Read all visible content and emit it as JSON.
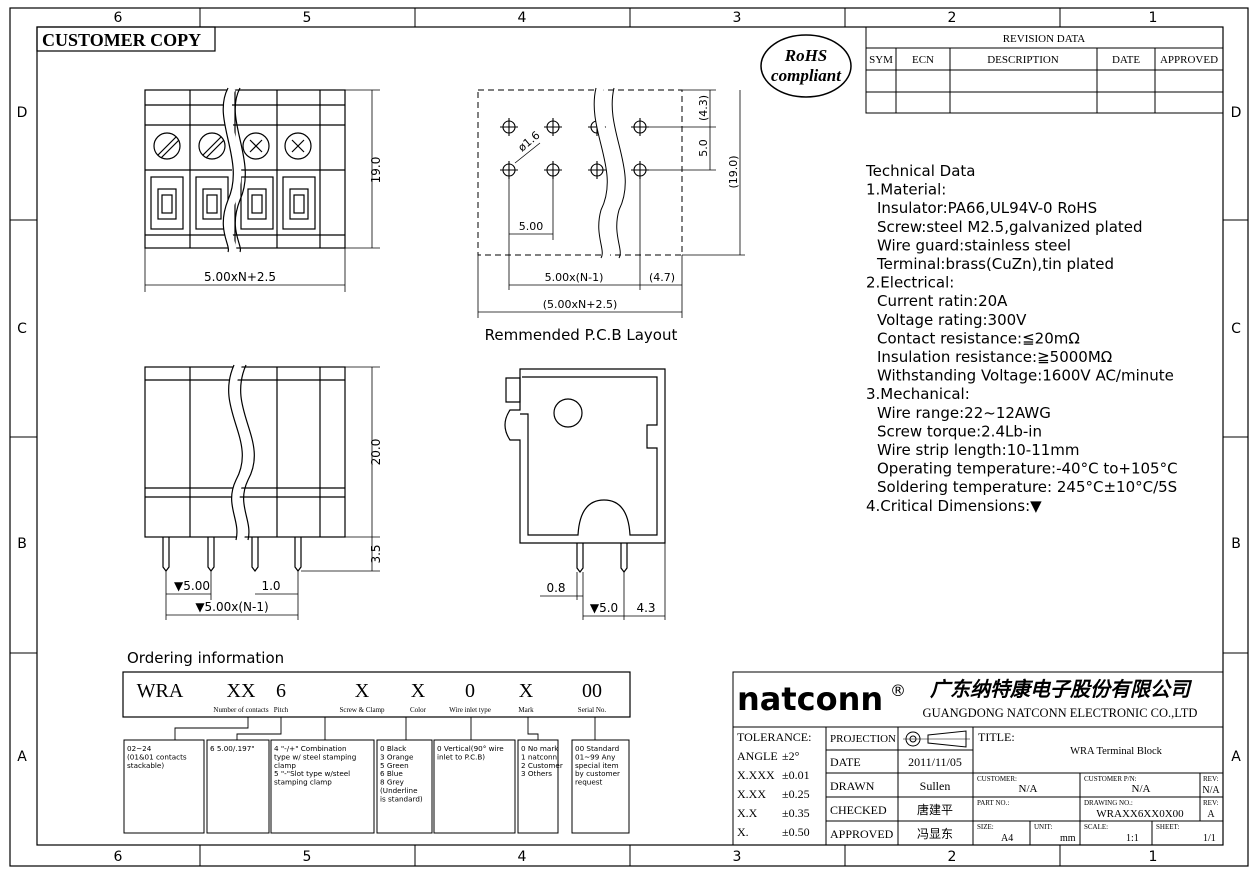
{
  "frame": {
    "top_zones": [
      "6",
      "5",
      "4",
      "3",
      "2",
      "1"
    ],
    "bottom_zones": [
      "6",
      "5",
      "4",
      "3",
      "2",
      "1"
    ],
    "side_zones": [
      "D",
      "C",
      "B",
      "A"
    ],
    "stamp": "CUSTOMER COPY"
  },
  "rohs": {
    "line1": "RoHS",
    "line2": "compliant"
  },
  "revision": {
    "title": "REVISION DATA",
    "headers": [
      "SYM",
      "ECN",
      "DESCRIPTION",
      "DATE",
      "APPROVED"
    ]
  },
  "technical": {
    "lines": [
      "Technical Data",
      "1.Material:",
      "  Insulator:PA66,UL94V-0 RoHS",
      "  Screw:steel M2.5,galvanized plated",
      "  Wire guard:stainless steel",
      "  Terminal:brass(CuZn),tin plated",
      "2.Electrical:",
      "  Current ratin:20A",
      "  Voltage rating:300V",
      "  Contact resistance:≦20mΩ",
      "  Insulation resistance:≧5000MΩ",
      "  Withstanding Voltage:1600V AC/minute",
      "3.Mechanical:",
      "  Wire range:22~12AWG",
      "  Screw torque:2.4Lb-in",
      "  Wire strip length:10-11mm",
      "  Operating temperature:-40°C to+105°C",
      "  Soldering temperature: 245°C±10°C/5S",
      "4.Critical Dimensions:▼"
    ]
  },
  "drawing": {
    "front_dim_height": "19.0",
    "front_dim_width": "5.00xN+2.5",
    "pcb_hole_dia": "ø1.6",
    "pcb_dim_43": "(4.3)",
    "pcb_dim_50": "5.0",
    "pcb_dim_190": "(19.0)",
    "pcb_dim_500": "5.00",
    "pcb_dim_n1": "5.00x(N-1)",
    "pcb_dim_47": "(4.7)",
    "pcb_dim_total": "(5.00xN+2.5)",
    "pcb_caption": "Remmended P.C.B Layout",
    "side_dim_height": "20.0",
    "side_dim_pin": "3.5",
    "side_dim_pitch": "▼5.00",
    "side_dim_pin_w": "1.0",
    "side_dim_n1": "▼5.00x(N-1)",
    "profile_dim_pin": "0.8",
    "profile_dim_50": "▼5.0",
    "profile_dim_43": "4.3"
  },
  "ordering": {
    "title": "Ordering information",
    "codes": [
      "WRA",
      "XX",
      "6",
      "X",
      "X",
      "0",
      "X",
      "00"
    ],
    "labels": [
      "Number of contacts",
      "Pitch",
      "Screw & Clamp",
      "Color",
      "Wire inlet type",
      "Mark",
      "Serial No."
    ],
    "boxes": [
      [
        "02~24",
        "(01&01 contacts",
        "stackable)"
      ],
      [
        "6  5.00/.197\""
      ],
      [
        "4 \"-/+\" Combination",
        "type w/ steel stamping",
        "clamp",
        "5 \"-\"Slot type w/steel",
        "stamping clamp"
      ],
      [
        "0 Black",
        "3 Orange",
        "5 Green",
        "6 Blue",
        "8 Grey",
        "(Underline",
        "is standard)"
      ],
      [
        "0 Vertical(90° wire",
        "inlet to P.C.B)"
      ],
      [
        "0 No mark",
        "1 natconn",
        "2 Customer",
        "3 Others"
      ],
      [
        "00 Standard",
        "01~99 Any",
        "special item",
        "by customer",
        "request"
      ]
    ]
  },
  "title_block": {
    "brand": "natconn",
    "reg": "®",
    "company_cn": "广东纳特康电子股份有限公司",
    "company_en": "GUANGDONG NATCONN ELECTRONIC CO.,LTD",
    "tolerance": [
      {
        "label": "TOLERANCE:",
        "value": ""
      },
      {
        "label": "ANGLE",
        "value": "±2°"
      },
      {
        "label": "X.XXX",
        "value": "±0.01"
      },
      {
        "label": "X.XX",
        "value": "±0.25"
      },
      {
        "label": "X.X",
        "value": "±0.35"
      },
      {
        "label": "X.",
        "value": "±0.50"
      }
    ],
    "rows": [
      {
        "label": "PROJECTION",
        "value": ""
      },
      {
        "label": "DATE",
        "value": "2011/11/05"
      },
      {
        "label": "DRAWN",
        "value": "Sullen"
      },
      {
        "label": "CHECKED",
        "value": "唐建平"
      },
      {
        "label": "APPROVED",
        "value": "冯显东"
      }
    ],
    "title_label": "TITLE:",
    "title_value": "WRA Terminal Block",
    "customer_label": "CUSTOMER:",
    "customer_value": "N/A",
    "customer_pn_label": "CUSTOMER P/N:",
    "customer_pn_value": "N/A",
    "rev_label": "REV:",
    "rev_value1": "N/A",
    "part_no_label": "PART NO.:",
    "drawing_no_label": "DRAWING NO.:",
    "drawing_no_value": "WRAXX6XX0X00",
    "rev_value2": "A",
    "size_label": "SIZE:",
    "size_value": "A4",
    "unit_label": "UNIT:",
    "unit_value": "mm",
    "scale_label": "SCALE:",
    "scale_value": "1:1",
    "sheet_label": "SHEET:",
    "sheet_value": "1/1"
  }
}
